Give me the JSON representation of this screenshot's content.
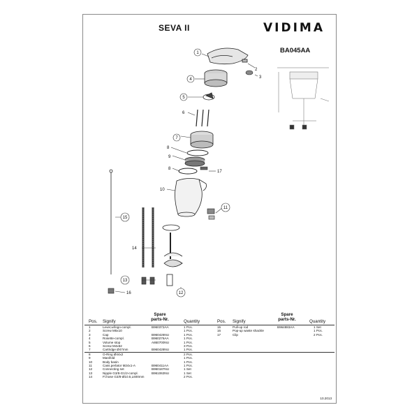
{
  "header": {
    "title": "SEVA II",
    "brand": "VIDIMA",
    "model": "BA045AA"
  },
  "callouts": [
    "1",
    "2",
    "3",
    "4",
    "5",
    "6",
    "7",
    "8",
    "9",
    "8",
    "17",
    "10",
    "11",
    "15",
    "14",
    "13",
    "12",
    "16"
  ],
  "table": {
    "headers": {
      "pos": "Pos.",
      "signify": "Signify",
      "spare_line1": "Spare",
      "spare_line2": "parts-Nr.",
      "quantity": "Quantity"
    },
    "left_rows": [
      {
        "pos": "1",
        "signify": "Lever,w/logo-compl.",
        "part": "B960372AA",
        "qty": "1 Pcs."
      },
      {
        "pos": "2",
        "signify": "Screw M5x10",
        "part": "",
        "qty": "1 Pcs."
      },
      {
        "pos": "3",
        "signify": "Cap",
        "part": "B960426NU",
        "qty": "1 Pcs."
      },
      {
        "pos": "4",
        "signify": "Rosette-compl.",
        "part": "B960276AA",
        "qty": "1 Pcs."
      },
      {
        "pos": "5",
        "signify": "Volume stop",
        "part": "A860700NU",
        "qty": "1 Pcs."
      },
      {
        "pos": "6",
        "signify": "Screw M4x62",
        "part": "",
        "qty": "3 Pcs."
      },
      {
        "pos": "7",
        "signify": "Cartridge Ø47mm",
        "part": "B960428NU",
        "qty": "1 Pcs."
      },
      {
        "pos": "8",
        "signify": "O-Ring Ø44x2",
        "part": "",
        "qty": "2 Pcs."
      },
      {
        "pos": "9",
        "signify": "Manifold",
        "part": "",
        "qty": "1 Pcs."
      },
      {
        "pos": "10",
        "signify": "Body basin",
        "part": "",
        "qty": "1 Pcs."
      },
      {
        "pos": "11",
        "signify": "Cass.perlator M24x1-A",
        "part": "B960411AA",
        "qty": "1 Pcs."
      },
      {
        "pos": "12",
        "signify": "Connecting set",
        "part": "B960187NU",
        "qty": "1 Set"
      },
      {
        "pos": "13",
        "signify": "Nipple G3/8-G1/2-compl.",
        "part": "B961063NU",
        "qty": "1 Set"
      },
      {
        "pos": "14",
        "signify": "Fl.hose G3/8-Ø10.5,L600mm",
        "part": "",
        "qty": "2 Pcs."
      }
    ],
    "right_rows": [
      {
        "pos": "15",
        "signify": "Pull-up rod",
        "part": "B964883AA",
        "qty": "1 Set"
      },
      {
        "pos": "16",
        "signify": "Pop-up waste shackle",
        "part": "",
        "qty": "1 Pcs."
      },
      {
        "pos": "17",
        "signify": "Clip",
        "part": "",
        "qty": "2 Pcs."
      }
    ],
    "date": "10.2013"
  }
}
